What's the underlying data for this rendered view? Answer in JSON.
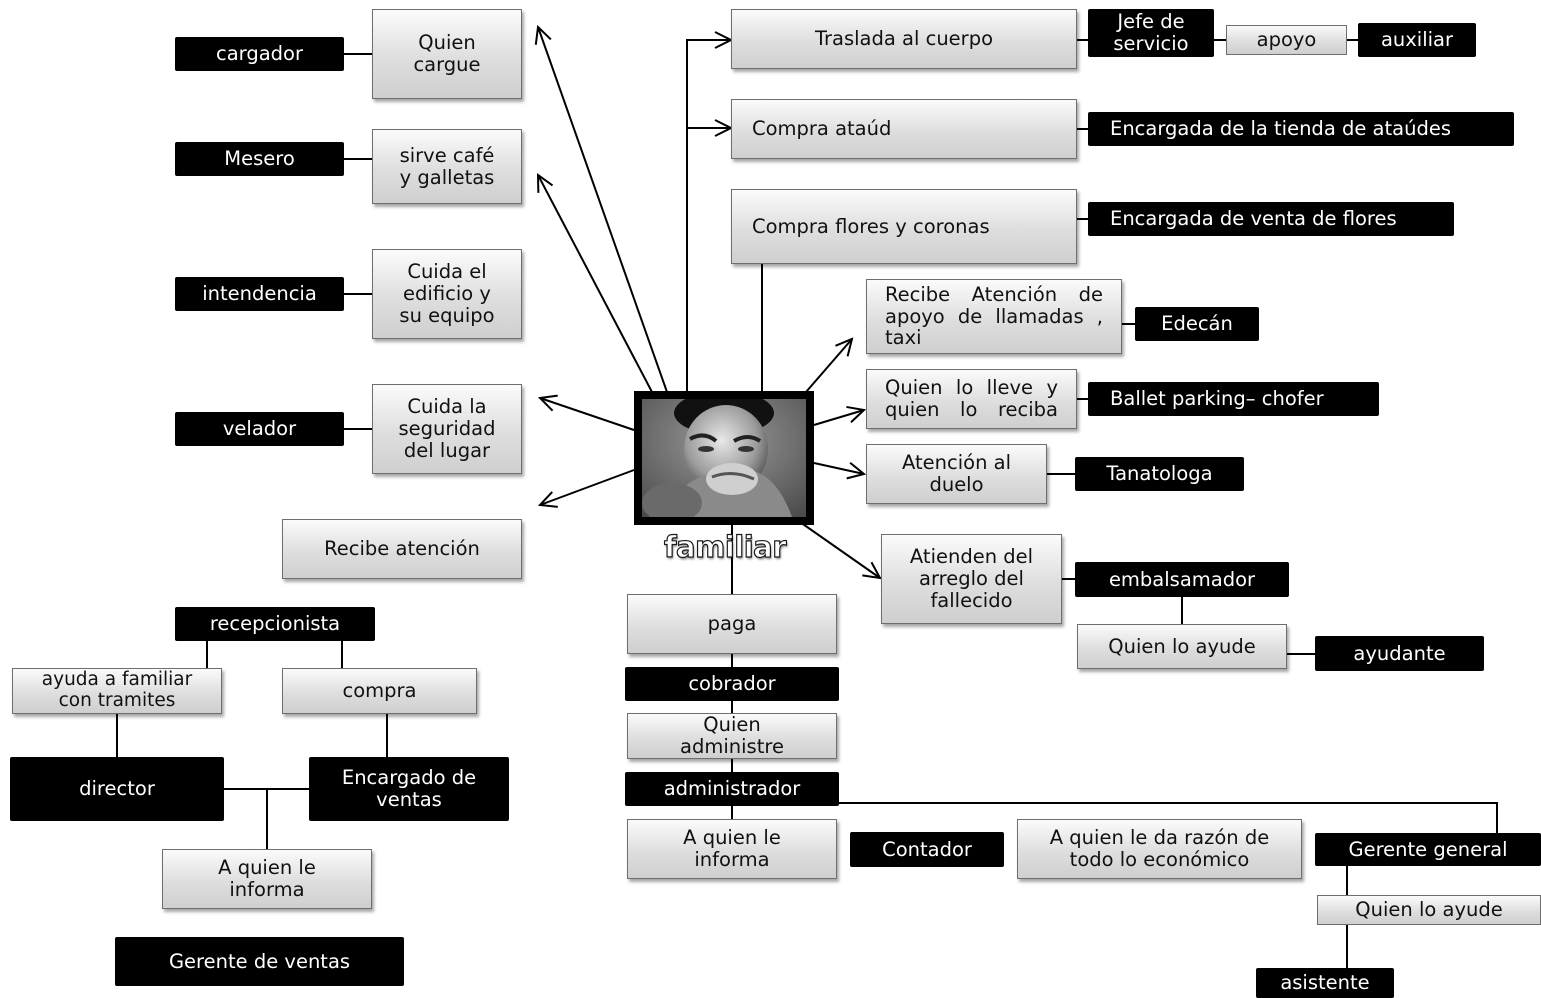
{
  "center": {
    "label": "familiar",
    "image": "grieving-man-photo"
  },
  "colors": {
    "box_dark": "#000000",
    "box_light": "#d9d9d9",
    "line": "#000000"
  },
  "left": {
    "quien_cargue": "Quien\ncargue",
    "cargador": "cargador",
    "sirve_cafe": "sirve café\ny galletas",
    "mesero": "Mesero",
    "cuida_edificio": "Cuida el\nedificio y\nsu equipo",
    "intendencia": "intendencia",
    "cuida_seguridad": "Cuida la\nseguridad\ndel lugar",
    "velador": "velador",
    "recibe_atencion": "Recibe atención",
    "recepcionista": "recepcionista",
    "ayuda_familiar": "ayuda a familiar\ncon tramites",
    "compra": "compra",
    "director": "director",
    "encargado_ventas": "Encargado de\nventas",
    "a_quien_informa": "A quien le\ninforma",
    "gerente_ventas": "Gerente de ventas"
  },
  "right": {
    "traslada": "Traslada al cuerpo",
    "jefe_servicio": "Jefe de\nservicio",
    "apoyo": "apoyo",
    "auxiliar": "auxiliar",
    "compra_ataud": "Compra ataúd",
    "encargada_ataudes": "Encargada de la tienda de ataúdes",
    "compra_flores": "Compra  flores y coronas",
    "encargada_flores": "Encargada de venta de flores",
    "recibe_llamadas": "Recibe Atención de apoyo de llamadas , taxi",
    "edecan": "Edecán",
    "quien_lleve": "Quien lo lleve y quien lo reciba",
    "ballet": "Ballet parking– chofer",
    "atencion_duelo": "Atención al\nduelo",
    "tanatologa": "Tanatologa",
    "atienden_arreglo": "Atienden  del\narreglo del\nfallecido",
    "embalsamador": "embalsamador",
    "quien_ayude": "Quien lo ayude",
    "ayudante": "ayudante"
  },
  "bottom": {
    "paga": "paga",
    "cobrador": "cobrador",
    "quien_administre": "Quien\nadministre",
    "administrador": "administrador",
    "a_quien_informa2": "A quien le\ninforma",
    "contador": "Contador",
    "razon_economico": "A quien le da razón de\ntodo lo económico",
    "gerente_general": "Gerente general",
    "quien_ayude2": "Quien lo ayude",
    "asistente": "asistente"
  }
}
